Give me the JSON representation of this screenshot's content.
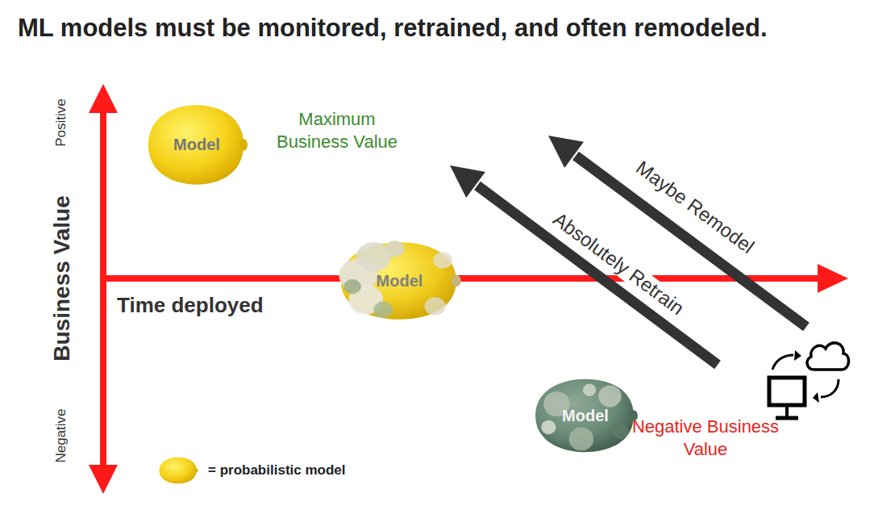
{
  "diagram": {
    "title": "ML models must be monitored, retrained, and often remodeled.",
    "nodes": [
      {
        "text": [
          "Model"
        ]
      },
      {
        "text": [
          "Model"
        ]
      },
      {
        "text": [
          "Model"
        ]
      }
    ],
    "labels": [
      "Maximum Business Value",
      "Time deployed",
      "Positive",
      "Business Value",
      "Negative",
      "Negative Business Value",
      "Absolutely Retrain",
      "Maybe Remodel"
    ],
    "legend": [
      {
        "text": "= probabilistic model"
      }
    ]
  }
}
